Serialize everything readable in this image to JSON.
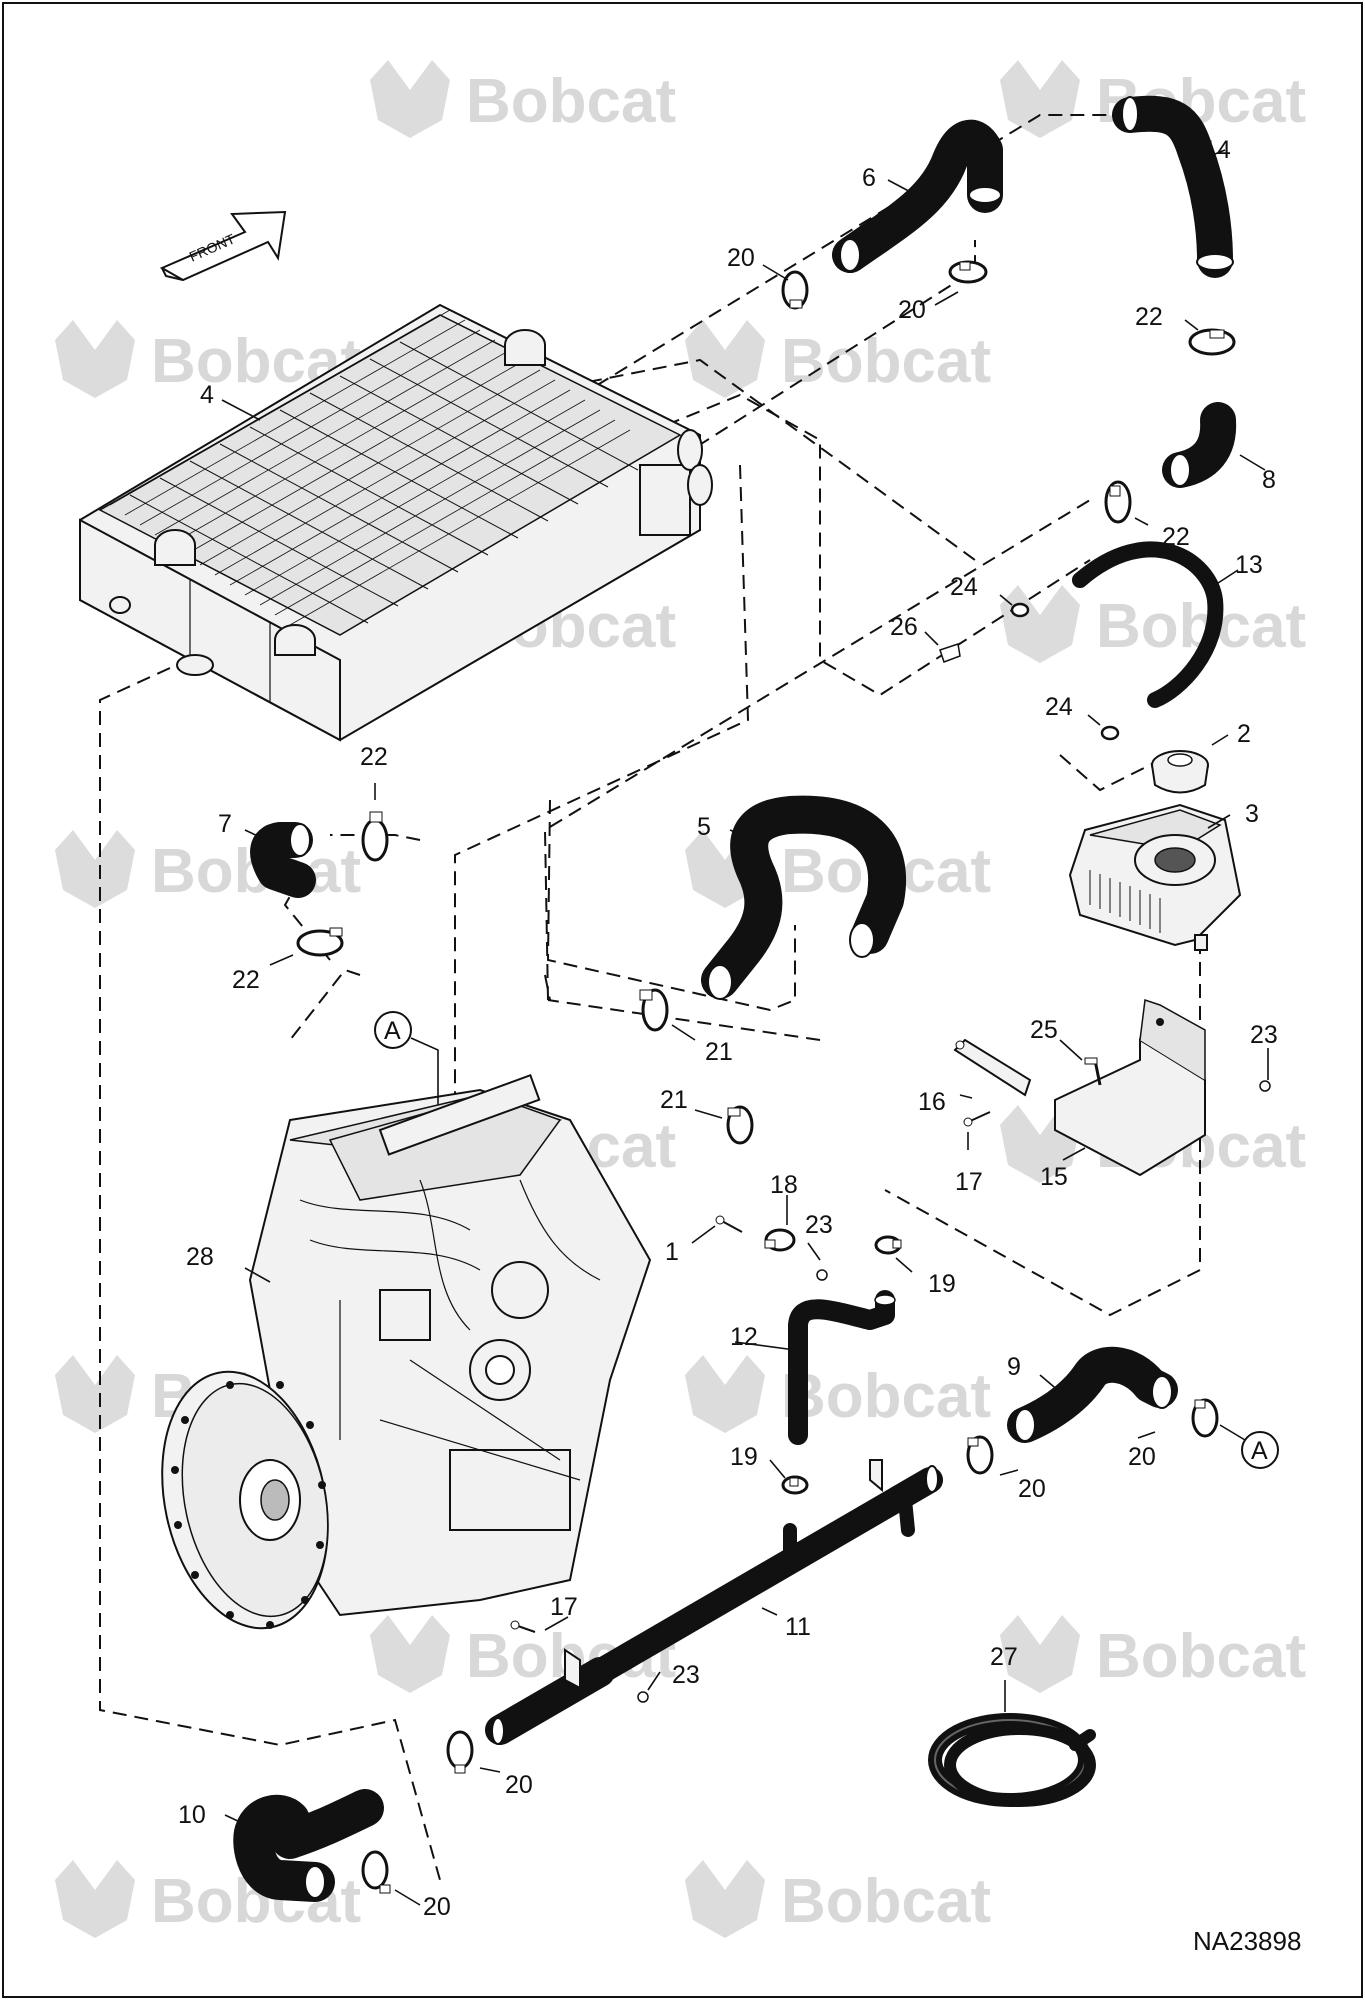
{
  "brand": {
    "watermark_text": "Bobcat",
    "watermark_logo_icon": "bobcat-head-logo"
  },
  "front_indicator": {
    "label": "FRONT",
    "icon": "arrow-icon"
  },
  "reference_code": "NA23898",
  "view_marker": "A",
  "callouts": {
    "c1": "1",
    "c2": "2",
    "c3": "3",
    "c4": "4",
    "c5": "5",
    "c6": "6",
    "c7": "7",
    "c8": "8",
    "c9": "9",
    "c10": "10",
    "c11": "11",
    "c12": "12",
    "c13": "13",
    "c14": "14",
    "c15": "15",
    "c16": "16",
    "c17": "17",
    "c18": "18",
    "c19": "19",
    "c20": "20",
    "c21": "21",
    "c22": "22",
    "c23": "23",
    "c24": "24",
    "c25": "25",
    "c26": "26",
    "c27": "27",
    "c28": "28"
  },
  "colors": {
    "line": "#111111",
    "watermark": "#d8d8d8",
    "part_fill": "#f2f2f2"
  }
}
